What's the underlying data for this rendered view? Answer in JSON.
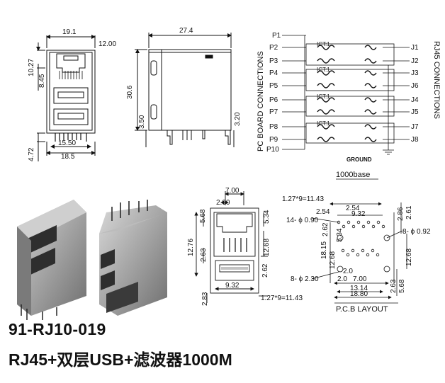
{
  "title": {
    "part_number": "91-RJ10-019",
    "description": "RJ45+双层USB+滤波器1000M"
  },
  "front_view": {
    "dims": [
      "19.1",
      "12.00",
      "10.27",
      "8.45",
      "4.72",
      "15.50",
      "18.5"
    ]
  },
  "side_view": {
    "dims": [
      "27.4",
      "30.6",
      "3.50",
      "3.20"
    ]
  },
  "schematic": {
    "left_pins": [
      "P1",
      "P2",
      "P3",
      "P4",
      "P5",
      "P6",
      "P7",
      "P8",
      "P9",
      "P10"
    ],
    "right_pins": [
      "J1",
      "J2",
      "J3",
      "J6",
      "J4",
      "J5",
      "J7",
      "J8"
    ],
    "transformer_label": "ICT:1",
    "left_caption": "PC BOARD CONNECTIONS",
    "right_caption": "RJ45 CONNECTIONS",
    "ground": "GROUND",
    "speed": "1000base"
  },
  "bottom_front": {
    "dims": [
      "7.00",
      "2.00",
      "5.68",
      "5.34",
      "12.76",
      "2.63",
      "12.68",
      "2.62",
      "9.32",
      "2.83",
      "1.27*9=11.43"
    ]
  },
  "pcb_layout": {
    "caption": "P.C.B LAYOUT",
    "dims": [
      "1.27*9=11.43",
      "2.54",
      "2.86",
      "2.54",
      "9.32",
      "2.61",
      "14- ϕ 0.90",
      "2.62",
      "8- ϕ 0.92",
      "5.34",
      "18.15",
      "12.68",
      "12.68",
      "2.0",
      "7.00",
      "8- ϕ 2.30",
      "2.0",
      "13.14",
      "18.80",
      "2.63",
      "5.68"
    ]
  },
  "colors": {
    "line": "#111111",
    "photo_body": "#9a9a9a",
    "photo_dark": "#3a3a3a"
  }
}
